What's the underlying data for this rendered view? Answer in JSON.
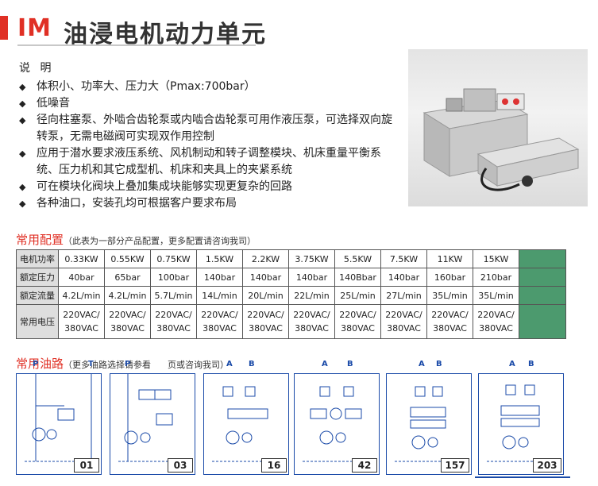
{
  "header": {
    "code": "IM",
    "title": "油浸电机动力单元"
  },
  "description": {
    "title": "说 明",
    "bullets": [
      "体积小、功率大、压力大（Pmax:700bar）",
      "低噪音",
      "径向柱塞泵、外啮合齿轮泵或内啮合齿轮泵可用作液压泵，可选择双向旋转泵，无需电磁阀可实现双作用控制",
      "应用于潜水要求液压系统、风机制动和转子调整模块、机床重量平衡系统、压力机和其它成型机、机床和夹具上的夹紧系统",
      "可在模块化阀块上叠加集成块能够实现更复杂的回路",
      "各种油口，安装孔均可根据客户要求布局"
    ]
  },
  "config": {
    "title": "常用配置",
    "note": "（此表为一部分产品配置，更多配置请咨询我司）",
    "rows": [
      {
        "label": "电机功率",
        "values": [
          "0.33KW",
          "0.55KW",
          "0.75KW",
          "1.5KW",
          "2.2KW",
          "3.75KW",
          "5.5KW",
          "7.5KW",
          "11KW",
          "15KW"
        ]
      },
      {
        "label": "额定压力",
        "values": [
          "40bar",
          "65bar",
          "100bar",
          "140bar",
          "140bar",
          "140bar",
          "140Bbar",
          "140bar",
          "160bar",
          "210bar"
        ]
      },
      {
        "label": "额定流量",
        "values": [
          "4.2L/min",
          "4.2L/min",
          "5.7L/min",
          "14L/min",
          "20L/min",
          "22L/min",
          "25L/min",
          "27L/min",
          "35L/min",
          "35L/min"
        ]
      },
      {
        "label": "常用电压",
        "values": [
          "220VAC/\n380VAC",
          "220VAC/\n380VAC",
          "220VAC/\n380VAC",
          "220VAC/\n380VAC",
          "220VAC/\n380VAC",
          "220VAC/\n380VAC",
          "220VAC/\n380VAC",
          "220VAC/\n380VAC",
          "220VAC/\n380VAC",
          "220VAC/\n380VAC"
        ]
      }
    ]
  },
  "circuits": {
    "title": "常用油路",
    "note": "（更多油路选择请参看      页或咨询我司）",
    "items": [
      {
        "number": "01",
        "ports": [
          "P",
          "T"
        ]
      },
      {
        "number": "03",
        "ports": [
          "P"
        ]
      },
      {
        "number": "16",
        "ports": [
          "A",
          "B"
        ]
      },
      {
        "number": "42",
        "ports": [
          "A",
          "B"
        ]
      },
      {
        "number": "157",
        "ports": [
          "A",
          "B"
        ]
      },
      {
        "number": "203",
        "ports": [
          "A",
          "B"
        ]
      }
    ]
  },
  "colors": {
    "accent_red": "#e03025",
    "table_green": "#4c9a6e",
    "circuit_blue": "#1a4aa8"
  }
}
